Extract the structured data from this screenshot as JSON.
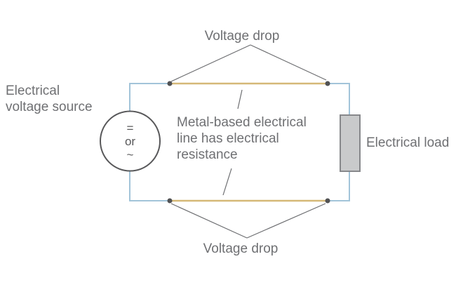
{
  "diagram": {
    "type": "electrical-circuit-voltage-drop",
    "labels": {
      "voltage_drop_top": "Voltage drop",
      "voltage_drop_bottom": "Voltage drop",
      "source": {
        "lines": [
          "Electrical",
          "voltage source"
        ]
      },
      "resistance": {
        "lines": [
          "Metal-based electrical",
          "line has electrical",
          "resistance"
        ]
      },
      "load": "Electrical load"
    },
    "source_symbol": {
      "dc": "=",
      "or": "or",
      "ac": "~"
    },
    "colors": {
      "wire_blue": "#a2c4d9",
      "resistive_line_gold": "#d5b877",
      "node_dot": "#515254",
      "source_outline": "#58585a",
      "load_fill": "#c9cacb",
      "load_border": "#87888b",
      "label_text": "#6f7073",
      "pointer_line": "#6d6e71"
    }
  }
}
